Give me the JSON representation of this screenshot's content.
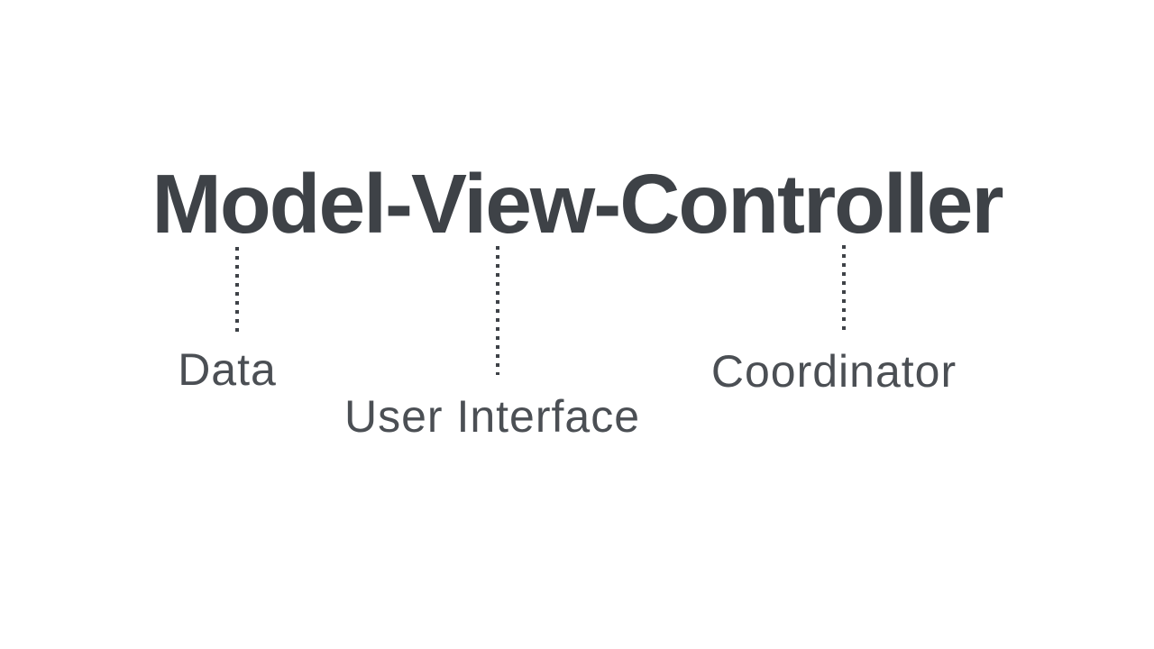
{
  "colors": {
    "background": "#ffffff",
    "title_text": "#3e4247",
    "connector_dots": "#3e4247",
    "label_text": "#4b4f54"
  },
  "title": "Model-View-Controller",
  "annotations": [
    {
      "term": "Model",
      "label": "Data"
    },
    {
      "term": "View",
      "label": "User Interface"
    },
    {
      "term": "Controller",
      "label": "Coordinator"
    }
  ]
}
